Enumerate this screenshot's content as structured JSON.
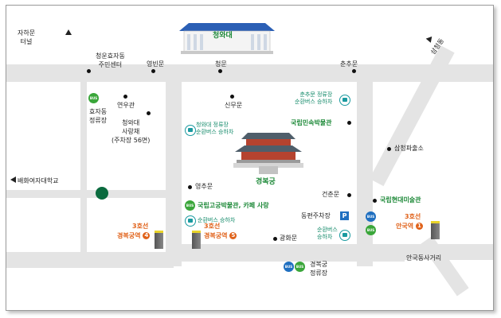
{
  "landmarks": {
    "cheongwadae": "청와대",
    "gyeongbokgung": "경복궁",
    "folk_museum": "국립민속박물관",
    "palace_museum": "국립고궁박물관, 카페 사랑",
    "mmca": "국립현대미술관",
    "sarangchae": "청와대\n사랑채\n(주차장 56면)"
  },
  "gates": {
    "yeongbinmun": "영빈문",
    "cheongmun": "청문",
    "chunchumun": "춘추문",
    "sinmumun": "신무문",
    "yeongchumun": "영추문",
    "geonchunmun": "건춘문",
    "gwanghwamun": "광화문",
    "yeonugwan": "연우관"
  },
  "places": {
    "jahamun_tunnel": "자하문\n터널",
    "hyoja_center": "청운효자동\n주민센터",
    "hyoja_stop": "효자동\n정류장",
    "samcheong_police": "삼청파출소",
    "ewha_school": "배화여자대학교",
    "dongpyeon_parking": "동편주차장",
    "anguk_intersection": "안국동사거리",
    "samcheongdong": "삼청동",
    "gyeongbokgung_stop": "경복궁\n정류장"
  },
  "shuttle_stops": {
    "chunchumun_stop": "춘추문 정류장\n순환버스 승하차",
    "cheongwadae_stop": "청와대 정류장\n순환버스 승하차",
    "museum_stop": "순환버스 승하차",
    "east_stop": "순환버스\n승하차"
  },
  "stations": {
    "exit4": {
      "line": "3호선",
      "name": "경복궁역",
      "exit": "4"
    },
    "exit5": {
      "line": "3호선",
      "name": "경복궁역",
      "exit": "5"
    },
    "anguk1": {
      "line": "3호선",
      "name": "안국역",
      "exit": "1"
    }
  },
  "icons": {
    "bus_label": "BUS",
    "parking_label": "P"
  },
  "colors": {
    "road": "#e4e4e4",
    "green": "#1f8a3a",
    "orange": "#e0621a",
    "bus_green": "#3aa63a",
    "bus_blue": "#1f6fc0",
    "shuttle": "#1a9aa0"
  }
}
